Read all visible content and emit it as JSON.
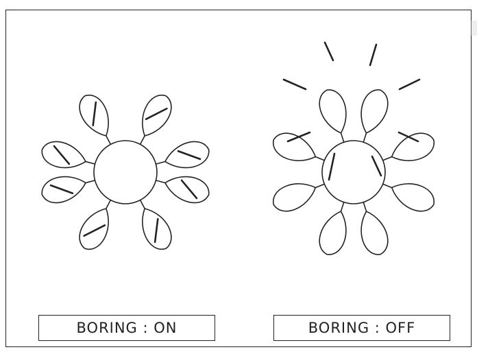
{
  "panels": {
    "left": {
      "label": "BORING : ON",
      "state": "on"
    },
    "right": {
      "label": "BORING : OFF",
      "state": "off"
    }
  },
  "colors": {
    "stroke": "#222222",
    "background": "#ffffff"
  }
}
